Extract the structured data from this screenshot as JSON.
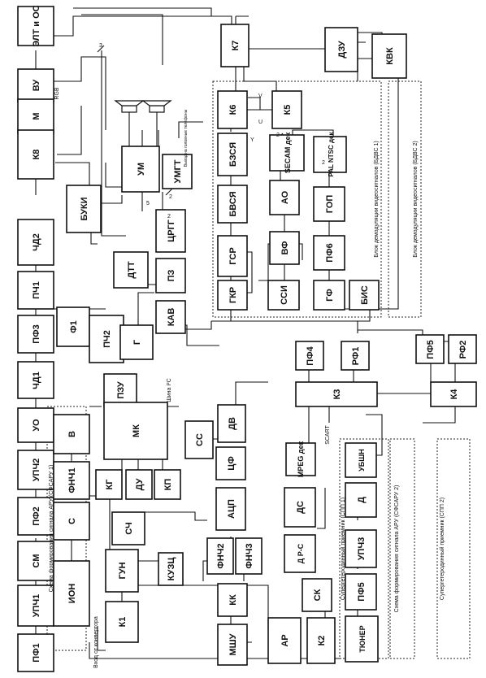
{
  "blocks": {
    "elt": "ЭЛТ и ОС",
    "vu": "ВУ",
    "m": "М",
    "k8": "К8",
    "buki": "БУКИ",
    "dtt": "ДТТ",
    "pz": "ПЗ",
    "crgg": "ЦРГГ",
    "um": "УМ",
    "umgt": "УМГТ",
    "k7": "К7",
    "dzu": "ДЗУ",
    "kvk": "КВК",
    "k6": "К6",
    "k5": "К5",
    "bzsya": "БЗСЯ",
    "secam": "SECAM дек",
    "pal": "PAL NTSC дек",
    "bvsya": "БВСЯ",
    "ao": "АО",
    "gop": "ГОП",
    "gsr": "ГСР",
    "vf": "ВФ",
    "pf6": "ПФ6",
    "gkr": "ГКР",
    "ssi": "ССИ",
    "gf": "ГФ",
    "bis": "БИС",
    "kav": "КАВ",
    "chd2": "ЧД2",
    "pch1": "ПЧ1",
    "pf3": "ПФ3",
    "f1": "Ф1",
    "pch2": "ПЧ2",
    "g": "Г",
    "chd1": "ЧД1",
    "uo": "УО",
    "upch2": "УПЧ2",
    "pf2": "ПФ2",
    "sm": "СМ",
    "upch1": "УПЧ1",
    "pf1": "ПФ1",
    "v": "В",
    "fnch1": "ФНЧ1",
    "c": "С",
    "ion": "ИОН",
    "pzu": "ПЗУ",
    "mk": "МК",
    "kg": "КГ",
    "du": "ДУ",
    "kp": "КП",
    "ss": "СС",
    "dv": "ДВ",
    "cf": "ЦФ",
    "acp": "АЦП",
    "sch": "СЧ",
    "gun": "ГУН",
    "kuzc": "КУЗЦ",
    "fnch2": "ФНЧ2",
    "fnch3": "ФНЧ3",
    "kk": "КК",
    "k1": "К1",
    "mshu": "МШУ",
    "pf4": "ПФ4",
    "rf1": "РФ1",
    "pf5a": "ПФ5",
    "rf2": "РФ2",
    "k3": "К3",
    "k4": "К4",
    "mpeg": "MPEG дек",
    "ds": "ДС",
    "drs": "Д Р-С",
    "sk": "СК",
    "ubshn": "УБШН",
    "d": "Д",
    "upch3": "УПЧ3",
    "pf5b": "ПФ5",
    "ar": "АР",
    "k2": "К2",
    "tyuner": "ТЮНЕР"
  },
  "labels": {
    "bdvs1": "Блок демодуляции видеосигналов (БДВС 1)",
    "bdvs2": "Блок демодуляции видеосигналов (БДВС 2)",
    "ofsaru1": "Схема формирования сигнала АРУ (СФСАРУ 1)",
    "ofsaru2": "Схема формирования сигнала АРУ (СФСАРУ 2)",
    "spp1": "Супергетеродинный приемник (СПП 1)",
    "spp2": "Супергетеродинный приемник (СПП 2)",
    "vhod": "Вход от конвертора",
    "shina": "Шина I²C",
    "scart": "SCART",
    "rgb": "RGB",
    "phone": "Выход на головные телефоны",
    "y": "Y",
    "v": "V",
    "u": "U",
    "n2a": "2",
    "n2b": "2",
    "n2c": "2",
    "n2d": "2",
    "n3": "3",
    "n5": "5"
  }
}
